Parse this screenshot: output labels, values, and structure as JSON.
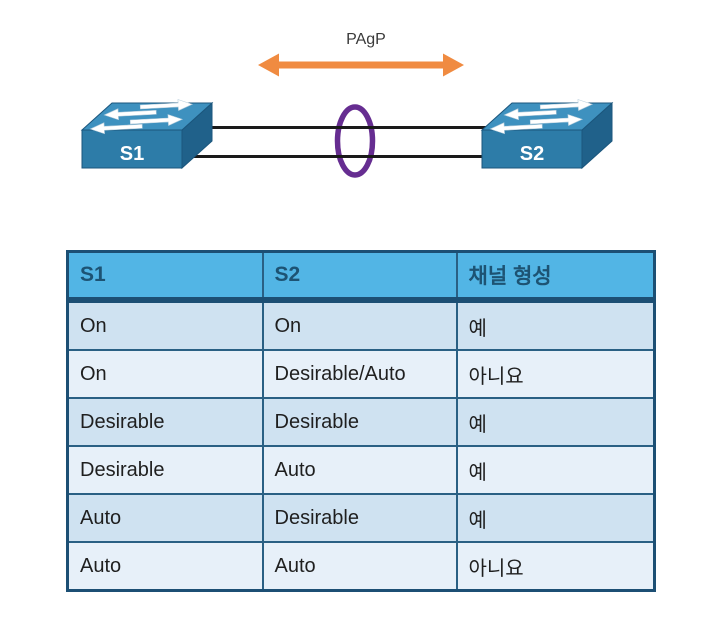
{
  "colors": {
    "arrow_orange": "#F08B41",
    "ellipse_purple": "#662D91",
    "switch_top": "#3E91BF",
    "switch_front": "#2D7CA8",
    "switch_side": "#20618A",
    "switch_label": "#FFFFFF",
    "link_black": "#1A1A1A",
    "label_text": "#3A3A3A",
    "header_bg": "#52B5E5",
    "header_text": "#1D5373",
    "table_border": "#2A6084",
    "table_border_dark": "#1C4F74",
    "row_odd": "#CFE2F1",
    "row_even": "#E7F0F9",
    "cell_text": "#1F1F1F"
  },
  "diagram": {
    "protocol_label": "PAgP",
    "switch1_label": "S1",
    "switch2_label": "S2"
  },
  "table": {
    "headers": [
      "S1",
      "S2",
      "채널 형성"
    ],
    "rows": [
      {
        "s1": "On",
        "s2": "On",
        "result": "예"
      },
      {
        "s1": "On",
        "s2": "Desirable/Auto",
        "result": "아니요"
      },
      {
        "s1": "Desirable",
        "s2": "Desirable",
        "result": "예"
      },
      {
        "s1": "Desirable",
        "s2": "Auto",
        "result": "예"
      },
      {
        "s1": "Auto",
        "s2": "Desirable",
        "result": "예"
      },
      {
        "s1": "Auto",
        "s2": "Auto",
        "result": "아니요"
      }
    ]
  }
}
